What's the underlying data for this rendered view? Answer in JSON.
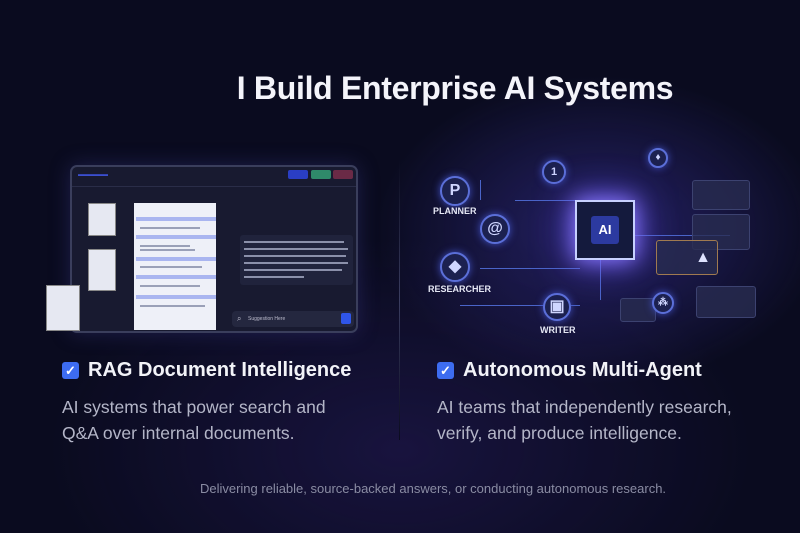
{
  "title": "I Build Enterprise AI Systems",
  "left": {
    "heading": "RAG Document Intelligence",
    "description": [
      "AI systems that power search and",
      "Q&A over internal documents."
    ],
    "mockup": {
      "search_placeholder": "Suggestion Here"
    }
  },
  "right": {
    "heading": "Autonomous Multi-Agent",
    "description": [
      "AI teams that independently research,",
      "verify, and produce intelligence."
    ],
    "agents": [
      "PLANNER",
      "RESEARCHER",
      "WRITER"
    ],
    "chip_label": "AI"
  },
  "footer": "Delivering reliable, source-backed answers, or conducting autonomous research.",
  "colors": {
    "accent": "#3d6cf0",
    "background": "#0a0b1f"
  }
}
